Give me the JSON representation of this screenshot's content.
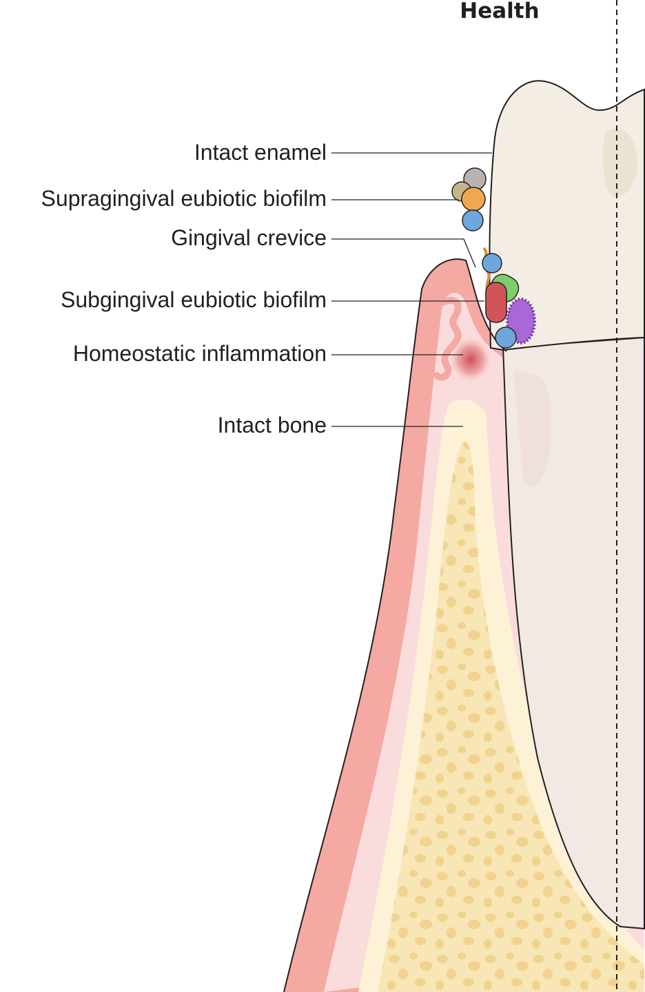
{
  "figure": {
    "title": "Health",
    "labels": {
      "intact_enamel": "Intact enamel",
      "supragingival_biofilm": "Supragingival eubiotic biofilm",
      "gingival_crevice": "Gingival crevice",
      "subgingival_biofilm": "Subgingival eubiotic biofilm",
      "homeostatic_inflammation": "Homeostatic inflammation",
      "intact_bone": "Intact bone"
    }
  },
  "colors": {
    "enamel": "#f3ede3",
    "root": "#f2e9e4",
    "gingiva": "#f4a9a3",
    "gingiva_inner": "#fbdcdc",
    "bone": "#f8e6b6",
    "bone_marrow": "#f1d28f",
    "inflammation": "#c9464c",
    "outline": "#231f20"
  }
}
